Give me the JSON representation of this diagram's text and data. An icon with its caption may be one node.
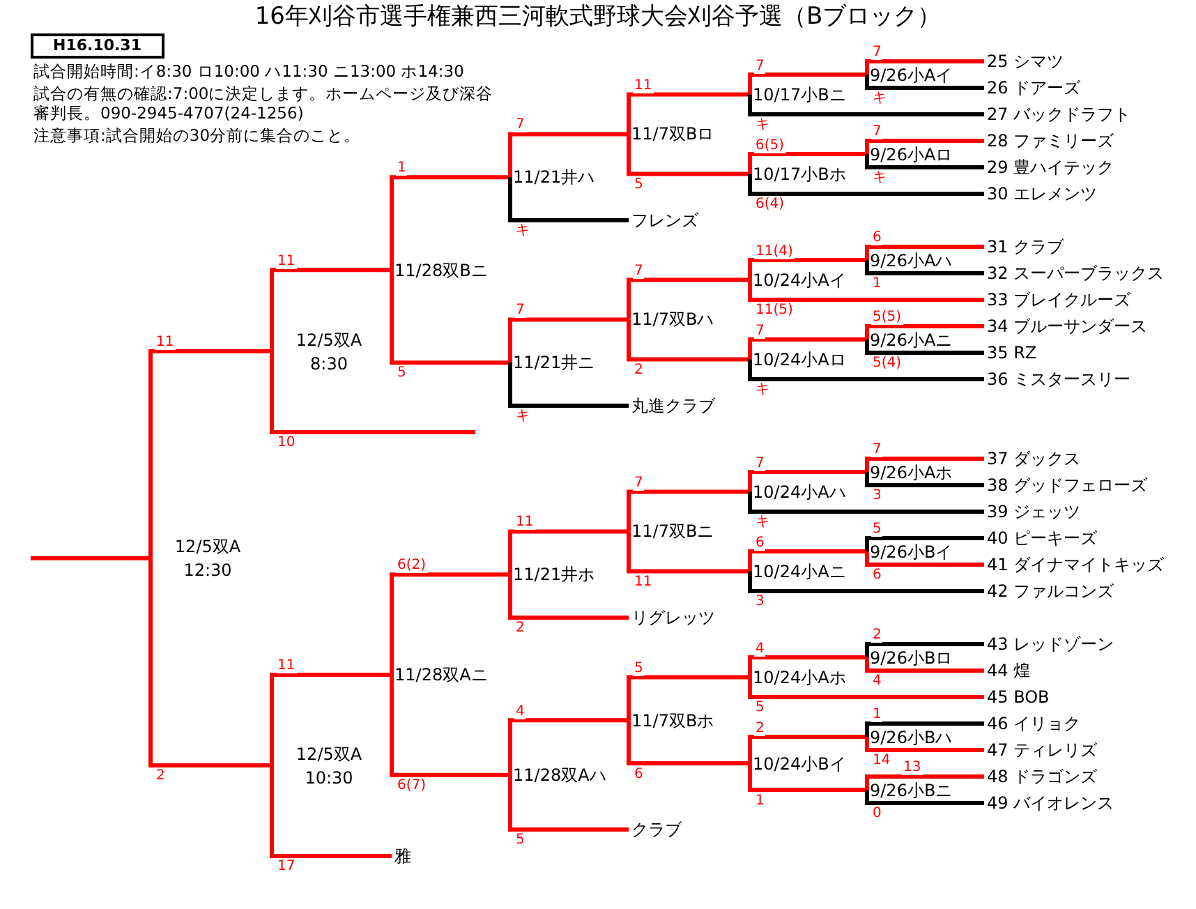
{
  "diagram": {
    "title": "16年刈谷市選手権兼西三河軟式野球大会刈谷予選（Bブロック）",
    "nodes": [
      {
        "text": [
          "12/5双A 12:30"
        ]
      },
      {
        "text": [
          "12/5双A 8:30"
        ]
      },
      {
        "text": [
          "11/28双Bニ"
        ]
      },
      {
        "text": [
          "11/21井ハ"
        ]
      },
      {
        "text": [
          "11/7双Bロ"
        ]
      },
      {
        "text": [
          "10/17小Bニ"
        ]
      },
      {
        "text": [
          "9/26小Aイ"
        ]
      },
      {
        "text": [
          "25 シマツ"
        ]
      },
      {
        "text": [
          "26 ドアーズ"
        ]
      },
      {
        "text": [
          "27 バックドラフト"
        ]
      },
      {
        "text": [
          "10/17小Bホ"
        ]
      },
      {
        "text": [
          "9/26小Aロ"
        ]
      },
      {
        "text": [
          "28 ファミリーズ"
        ]
      },
      {
        "text": [
          "29 豊ハイテック"
        ]
      },
      {
        "text": [
          "30 エレメンツ"
        ]
      },
      {
        "text": [
          "フレンズ"
        ]
      },
      {
        "text": [
          "11/21井ニ"
        ]
      },
      {
        "text": [
          "11/7双Bハ"
        ]
      },
      {
        "text": [
          "10/24小Aイ"
        ]
      },
      {
        "text": [
          "9/26小Aハ"
        ]
      },
      {
        "text": [
          "31 クラブ"
        ]
      },
      {
        "text": [
          "32 スーパーブラックス"
        ]
      },
      {
        "text": [
          "33 ブレイクルーズ"
        ]
      },
      {
        "text": [
          "10/24小Aロ"
        ]
      },
      {
        "text": [
          "9/26小Aニ"
        ]
      },
      {
        "text": [
          "34 ブルーサンダース"
        ]
      },
      {
        "text": [
          "35 RZ"
        ]
      },
      {
        "text": [
          "36 ミスタースリー"
        ]
      },
      {
        "text": [
          "丸進クラブ"
        ]
      },
      {
        "text": [
          "12/5双A 10:30"
        ]
      },
      {
        "text": [
          "11/28双Aニ"
        ]
      },
      {
        "text": [
          "11/21井ホ"
        ]
      },
      {
        "text": [
          "11/7双Bニ"
        ]
      },
      {
        "text": [
          "10/24小Aハ"
        ]
      },
      {
        "text": [
          "9/26小Aホ"
        ]
      },
      {
        "text": [
          "37 ダックス"
        ]
      },
      {
        "text": [
          "38 グッドフェローズ"
        ]
      },
      {
        "text": [
          "39 ジェッツ"
        ]
      },
      {
        "text": [
          "10/24小Aニ"
        ]
      },
      {
        "text": [
          "9/26小Bイ"
        ]
      },
      {
        "text": [
          "40 ピーキーズ"
        ]
      },
      {
        "text": [
          "41 ダイナマイトキッズ"
        ]
      },
      {
        "text": [
          "42 ファルコンズ"
        ]
      },
      {
        "text": [
          "リグレッツ"
        ]
      },
      {
        "text": [
          "11/28双Aハ"
        ]
      },
      {
        "text": [
          "11/7双Bホ"
        ]
      },
      {
        "text": [
          "10/24小Aホ"
        ]
      },
      {
        "text": [
          "9/26小Bロ"
        ]
      },
      {
        "text": [
          "43 レッドゾーン"
        ]
      },
      {
        "text": [
          "44 煌"
        ]
      },
      {
        "text": [
          "45 BOB"
        ]
      },
      {
        "text": [
          "10/24小Bイ"
        ]
      },
      {
        "text": [
          "9/26小Bハ"
        ]
      },
      {
        "text": [
          "46 イリョク"
        ]
      },
      {
        "text": [
          "47 ティレリズ"
        ]
      },
      {
        "text": [
          "9/26小Bニ"
        ]
      },
      {
        "text": [
          "48 ドラゴンズ"
        ]
      },
      {
        "text": [
          "49 バイオレンス"
        ]
      },
      {
        "text": [
          "クラブ"
        ]
      },
      {
        "text": [
          "雅"
        ]
      }
    ],
    "edges": [
      {
        "from": null,
        "to": 0,
        "arrow": "none"
      },
      {
        "from": 0,
        "to": 1,
        "arrow": "none",
        "label": "11"
      },
      {
        "from": 0,
        "to": 29,
        "arrow": "none",
        "label": "2"
      },
      {
        "from": 1,
        "to": 2,
        "arrow": "none",
        "label": "11"
      },
      {
        "from": 1,
        "to": null,
        "arrow": "none",
        "label": "10"
      },
      {
        "from": 2,
        "to": 3,
        "arrow": "none",
        "label": "1"
      },
      {
        "from": 2,
        "to": 16,
        "arrow": "none",
        "label": "5"
      },
      {
        "from": 3,
        "to": 4,
        "arrow": "none",
        "label": "7"
      },
      {
        "from": 3,
        "to": 15,
        "arrow": "none",
        "label": "キ",
        "color": "#000000"
      },
      {
        "from": 4,
        "to": 5,
        "arrow": "none",
        "label": "11"
      },
      {
        "from": 4,
        "to": 10,
        "arrow": "none",
        "label": "5"
      },
      {
        "from": 5,
        "to": 6,
        "arrow": "none",
        "label": "7"
      },
      {
        "from": 5,
        "to": 9,
        "arrow": "none",
        "label": "キ",
        "color": "#000000"
      },
      {
        "from": 6,
        "to": 7,
        "arrow": "none",
        "label": "7"
      },
      {
        "from": 6,
        "to": 8,
        "arrow": "none",
        "label": "キ",
        "color": "#000000"
      },
      {
        "from": 10,
        "to": 11,
        "arrow": "none",
        "label": "6(5)"
      },
      {
        "from": 10,
        "to": 14,
        "arrow": "none",
        "label": "6(4)",
        "color": "#000000"
      },
      {
        "from": 11,
        "to": 12,
        "arrow": "none",
        "label": "7"
      },
      {
        "from": 11,
        "to": 13,
        "arrow": "none",
        "label": "キ",
        "color": "#000000"
      },
      {
        "from": 16,
        "to": 17,
        "arrow": "none",
        "label": "7"
      },
      {
        "from": 16,
        "to": 28,
        "arrow": "none",
        "label": "キ",
        "color": "#000000"
      },
      {
        "from": 17,
        "to": 18,
        "arrow": "none",
        "label": "7"
      },
      {
        "from": 17,
        "to": 23,
        "arrow": "none",
        "label": "2"
      },
      {
        "from": 18,
        "to": 19,
        "arrow": "none",
        "label": "11(4)"
      },
      {
        "from": 18,
        "to": 22,
        "arrow": "none",
        "label": "11(5)"
      },
      {
        "from": 19,
        "to": 20,
        "arrow": "none",
        "label": "6"
      },
      {
        "from": 19,
        "to": 21,
        "arrow": "none",
        "label": "1",
        "color": "#000000"
      },
      {
        "from": 23,
        "to": 24,
        "arrow": "none",
        "label": "7"
      },
      {
        "from": 23,
        "to": 27,
        "arrow": "none",
        "label": "キ",
        "color": "#000000"
      },
      {
        "from": 24,
        "to": 25,
        "arrow": "none",
        "label": "5(5)"
      },
      {
        "from": 24,
        "to": 26,
        "arrow": "none",
        "label": "5(4)",
        "color": "#000000"
      },
      {
        "from": 29,
        "to": 30,
        "arrow": "none",
        "label": "11"
      },
      {
        "from": 29,
        "to": 59,
        "arrow": "none",
        "label": "17"
      },
      {
        "from": 30,
        "to": 31,
        "arrow": "none",
        "label": "6(2)"
      },
      {
        "from": 30,
        "to": 44,
        "arrow": "none",
        "label": "6(7)"
      },
      {
        "from": 31,
        "to": 32,
        "arrow": "none",
        "label": "11"
      },
      {
        "from": 31,
        "to": 43,
        "arrow": "none",
        "label": "2"
      },
      {
        "from": 32,
        "to": 33,
        "arrow": "none",
        "label": "7"
      },
      {
        "from": 32,
        "to": 38,
        "arrow": "none",
        "label": "11"
      },
      {
        "from": 33,
        "to": 34,
        "arrow": "none",
        "label": "7"
      },
      {
        "from": 33,
        "to": 37,
        "arrow": "none",
        "label": "キ",
        "color": "#000000"
      },
      {
        "from": 34,
        "to": 35,
        "arrow": "none",
        "label": "7"
      },
      {
        "from": 34,
        "to": 36,
        "arrow": "none",
        "label": "3",
        "color": "#000000"
      },
      {
        "from": 38,
        "to": 39,
        "arrow": "none",
        "label": "6"
      },
      {
        "from": 38,
        "to": 42,
        "arrow": "none",
        "label": "3",
        "color": "#000000"
      },
      {
        "from": 39,
        "to": 40,
        "arrow": "none",
        "label": "5",
        "color": "#000000"
      },
      {
        "from": 39,
        "to": 41,
        "arrow": "none",
        "label": "6"
      },
      {
        "from": 44,
        "to": 45,
        "arrow": "none",
        "label": "4"
      },
      {
        "from": 44,
        "to": 58,
        "arrow": "none",
        "label": "5"
      },
      {
        "from": 45,
        "to": 46,
        "arrow": "none",
        "label": "5"
      },
      {
        "from": 45,
        "to": 51,
        "arrow": "none",
        "label": "6"
      },
      {
        "from": 46,
        "to": 47,
        "arrow": "none",
        "label": "4"
      },
      {
        "from": 46,
        "to": 50,
        "arrow": "none",
        "label": "5"
      },
      {
        "from": 47,
        "to": 48,
        "arrow": "none",
        "label": "2",
        "color": "#000000"
      },
      {
        "from": 47,
        "to": 49,
        "arrow": "none",
        "label": "4"
      },
      {
        "from": 51,
        "to": 52,
        "arrow": "none",
        "label": "2"
      },
      {
        "from": 51,
        "to": 55,
        "arrow": "none",
        "label": "1"
      },
      {
        "from": 52,
        "to": 53,
        "arrow": "none",
        "label": "1",
        "color": "#000000"
      },
      {
        "from": 52,
        "to": 54,
        "arrow": "none",
        "label": "14"
      },
      {
        "from": 55,
        "to": 56,
        "arrow": "none",
        "label": "13"
      },
      {
        "from": 55,
        "to": 57,
        "arrow": "none",
        "label": "0",
        "color": "#000000"
      }
    ],
    "labels": [
      "H16.10.31",
      "試合開始時間:イ8:30 ロ10:00 ハ11:30 ニ13:00 ホ14:30",
      "試合の有無の確認:7:00に決定します。ホームページ及び深谷審判長。090-2945-4707(24-1256)",
      "注意事項:試合開始の30分前に集合のこと。"
    ]
  }
}
